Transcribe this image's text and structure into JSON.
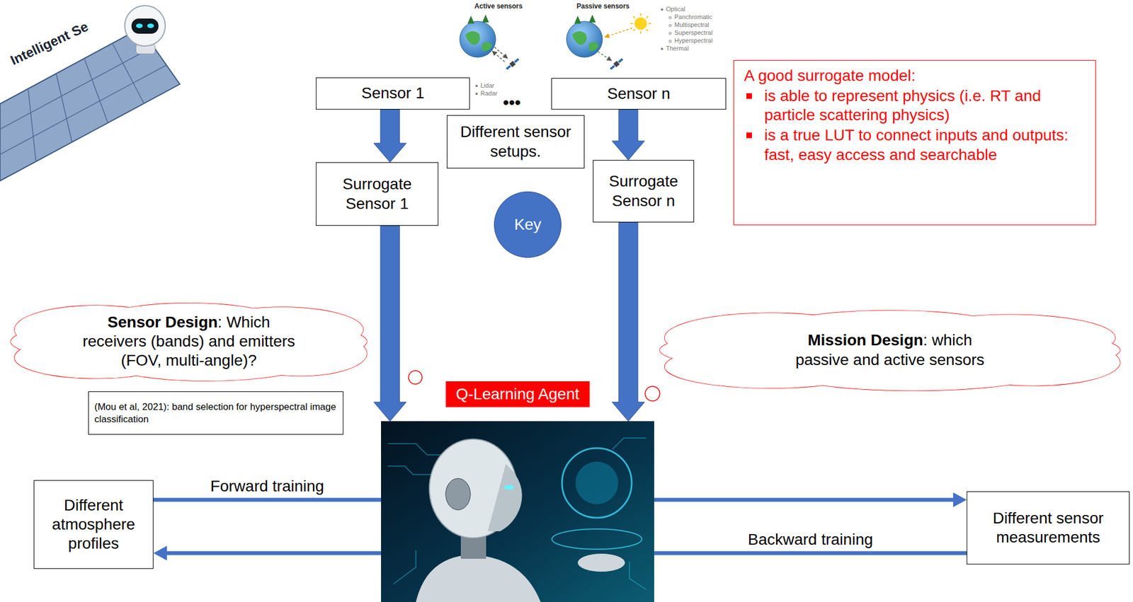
{
  "diagram": {
    "nodes": [
      {
        "text": [
          "Sensor 1"
        ]
      },
      {
        "text": [
          "Sensor n"
        ]
      },
      {
        "text": [
          "A good surrogate model:",
          "is able to represent physics (i.e. RT and particle scattering physics)",
          "is a true LUT to connect inputs and outputs: fast, easy access and searchable"
        ]
      },
      {
        "text": [
          "Different sensor setups."
        ]
      },
      {
        "text": [
          "Surrogate Sensor 1"
        ]
      },
      {
        "text": [
          "Surrogate Sensor n"
        ]
      },
      {
        "text": [
          "Key"
        ]
      },
      {
        "text": [
          "Sensor Design",
          ": Which receivers (bands) and emitters (FOV, multi-angle)?"
        ]
      },
      {
        "text": [
          "Mission Design",
          ": which passive and active sensors"
        ]
      },
      {
        "text": [
          "(Mou et al, 2021): band selection for hyperspectral image classification"
        ]
      },
      {
        "text": [
          "Q-Learning Agent"
        ]
      },
      {
        "text": [
          "Different atmosphere profiles"
        ]
      },
      {
        "text": [
          "Different sensor measurements"
        ]
      }
    ],
    "edges": [
      {
        "from": 0,
        "to": 4,
        "arrow": "to"
      },
      {
        "from": 1,
        "to": 5,
        "arrow": "to"
      },
      {
        "from": 4,
        "to": 10,
        "arrow": "to"
      },
      {
        "from": 5,
        "to": 10,
        "arrow": "to"
      },
      {
        "from": 11,
        "to": 10,
        "label": "Forward training",
        "arrow": "none"
      },
      {
        "from": 10,
        "to": 12,
        "arrow": "to"
      },
      {
        "from": 12,
        "to": 10,
        "label": "Backward training",
        "arrow": "none"
      },
      {
        "from": 10,
        "to": 11,
        "arrow": "to"
      }
    ],
    "labels": [
      "Intelligent Se",
      "Active sensors",
      "Passive sensors",
      "Lidar",
      "Radar",
      "Optical",
      "Panchromatic",
      "Multispectral",
      "Superspectral",
      "Hyperspectral",
      "Thermal",
      "•••"
    ]
  }
}
